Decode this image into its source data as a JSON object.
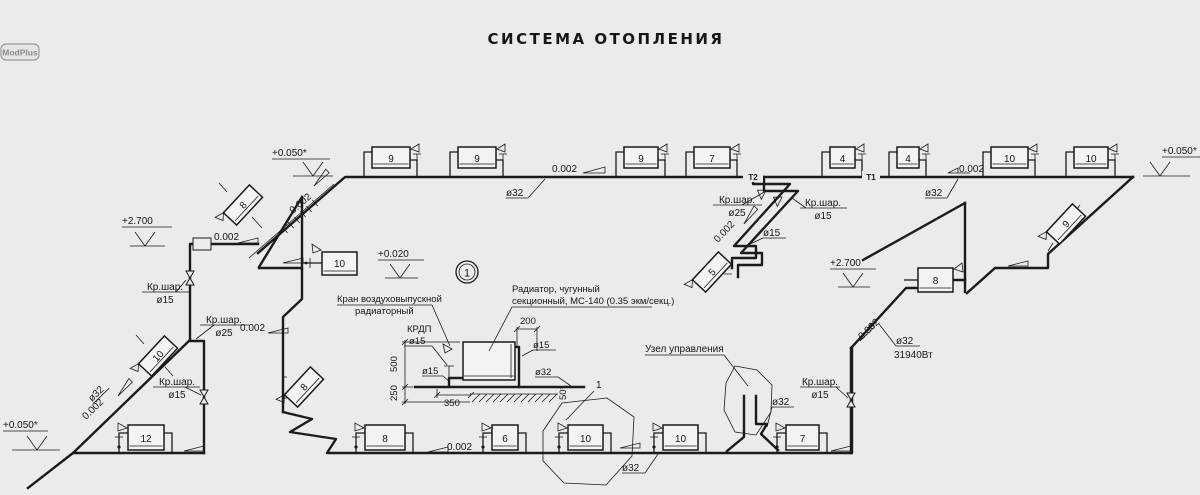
{
  "title": "СИСТЕМА ОТОПЛЕНИЯ",
  "badge": "ModPlus",
  "tags": {
    "t2": "Т2",
    "t1": "Т1"
  },
  "radiators": {
    "top": [
      {
        "n": "9"
      },
      {
        "n": "9"
      },
      {
        "n": "9"
      },
      {
        "n": "7"
      },
      {
        "n": "4"
      },
      {
        "n": "4"
      },
      {
        "n": "10"
      },
      {
        "n": "10"
      }
    ],
    "bottom": [
      {
        "n": "12"
      },
      {
        "n": "8"
      },
      {
        "n": "6"
      },
      {
        "n": "10"
      },
      {
        "n": "10"
      },
      {
        "n": "7"
      }
    ],
    "side": [
      {
        "n": "10"
      },
      {
        "n": "8"
      }
    ],
    "skewed": [
      {
        "n": "8"
      },
      {
        "n": "10"
      },
      {
        "n": "8"
      },
      {
        "n": "5"
      },
      {
        "n": "9"
      }
    ]
  },
  "elevations": [
    {
      "v": "+0.050*"
    },
    {
      "v": "+0.050*"
    },
    {
      "v": "+2.700"
    },
    {
      "v": "+0.020"
    },
    {
      "v": "+2.700"
    },
    {
      "v": "+0.050*"
    }
  ],
  "slopes": [
    {
      "v": "0.002"
    },
    {
      "v": "0.002"
    },
    {
      "v": "0.002"
    },
    {
      "v": "0.002"
    },
    {
      "v": "0.002"
    },
    {
      "v": "0.002"
    },
    {
      "v": "0.002"
    },
    {
      "v": "0.002"
    },
    {
      "v": "0.002"
    }
  ],
  "diameters": {
    "top_left": "ø32",
    "top_right": "ø32",
    "riser": "ø15",
    "bottom_left": "ø32",
    "bottom_center": "ø32",
    "control": "ø32",
    "right": "ø32"
  },
  "power": "31940Вт",
  "valves": [
    {
      "t": "Кр.шар.",
      "d": "ø25"
    },
    {
      "t": "Кр.шар.",
      "d": "ø15"
    },
    {
      "t": "Кр.шар.",
      "d": "ø15"
    },
    {
      "t": "Кр.шар.",
      "d": "ø25"
    },
    {
      "t": "Кр.шар.",
      "d": "ø15"
    },
    {
      "t": "Кр.шар.",
      "d": "ø15"
    }
  ],
  "detail": {
    "callout": "1",
    "ref": "1",
    "air_valve": [
      "Кран воздуховыпускной",
      "радиаторный"
    ],
    "krdp": "КРДП",
    "krdp_d": "ø15",
    "note": [
      "Радиатор, чугунный",
      "секционный, МС-140 (0.35 экм/секц.)"
    ],
    "d200": "200",
    "d500": "500",
    "d250": "250",
    "d350": "350",
    "d50": "50*",
    "dn_left": "ø15",
    "dn_right": "ø15",
    "dn_main": "ø32"
  },
  "control_unit": "Узел управления"
}
